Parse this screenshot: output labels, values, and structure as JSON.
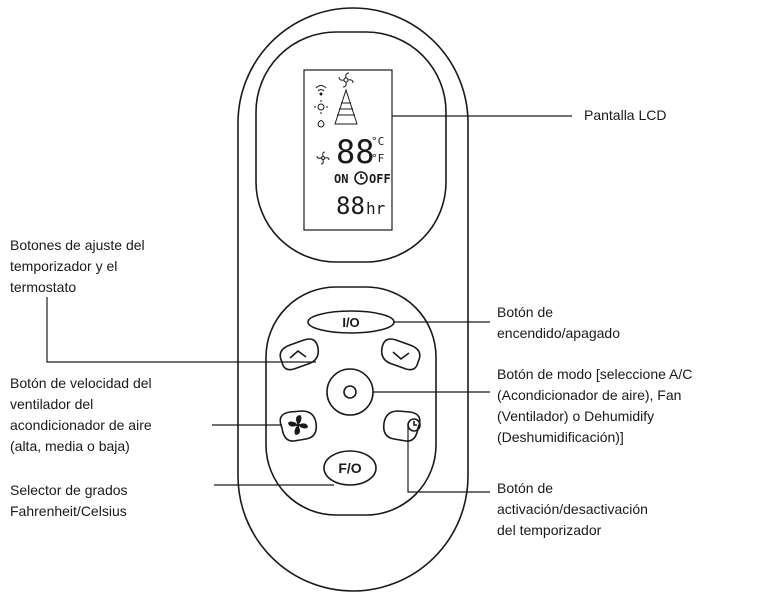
{
  "labels": {
    "lcd": "Pantalla LCD",
    "timer_thermostat": "Botones de ajuste del\ntemporizador y el\ntermostato",
    "power": "Botón de\nencendido/apagado",
    "mode": "Botón de modo [seleccione A/C\n(Acondicionador de aire), Fan\n(Ventilador) o Dehumidify\n(Deshumidificación)]",
    "fan_speed": "Botón de velocidad del\nventilador del\nacondicionador de aire\n(alta, media o baja)",
    "fahrenheit_celsius": "Selector de grados\nFahrenheit/Celsius",
    "timer_toggle": "Botón de\nactivación/desactivación\ndel temporizador"
  },
  "remote": {
    "power_button": "I/O",
    "unit_button": "F/O",
    "lcd": {
      "temperature_digits": "88",
      "celsius_symbol": "°C",
      "fahrenheit_symbol": "°F",
      "on_text": "ON",
      "off_text": "OFF",
      "timer_digits": "88",
      "hours_unit": "hr"
    }
  },
  "colors": {
    "outline": "#1a1a1a",
    "background": "#ffffff"
  }
}
